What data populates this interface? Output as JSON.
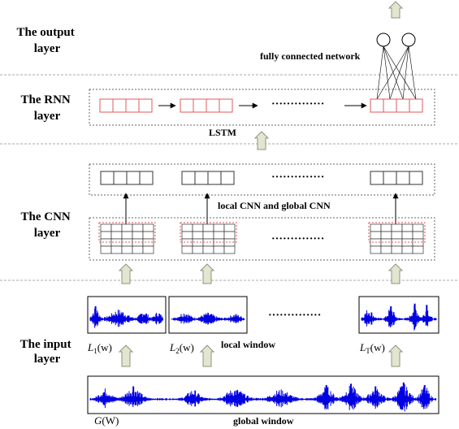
{
  "layers": {
    "output": [
      "The output",
      "layer"
    ],
    "rnn": [
      "The RNN",
      "layer"
    ],
    "cnn": [
      "The CNN",
      "layer"
    ],
    "input": [
      "The input",
      "layer"
    ]
  },
  "labels": {
    "fully_connected": "fully connected network",
    "lstm": "LSTM",
    "cnn_desc": "local CNN and global CNN",
    "local_window": "local window",
    "global_window": "global window"
  },
  "windows": {
    "w1": {
      "name": "L",
      "sub": "1",
      "arg": "(w)"
    },
    "w2": {
      "name": "L",
      "sub": "2",
      "arg": "(w)"
    },
    "wt": {
      "name": "L",
      "sub": "T",
      "arg": "(w)"
    },
    "global": {
      "name": "G",
      "arg": "(W)"
    }
  },
  "ellipsis": "··············",
  "colors": {
    "signal": "#0000e0",
    "arrow_fill": "#e2e5d0",
    "arrow_stroke": "#8e9480",
    "rnn_cell": "#e05a5a",
    "cnn_dash": "#e05a5a",
    "divider": "#aaaaaa"
  }
}
